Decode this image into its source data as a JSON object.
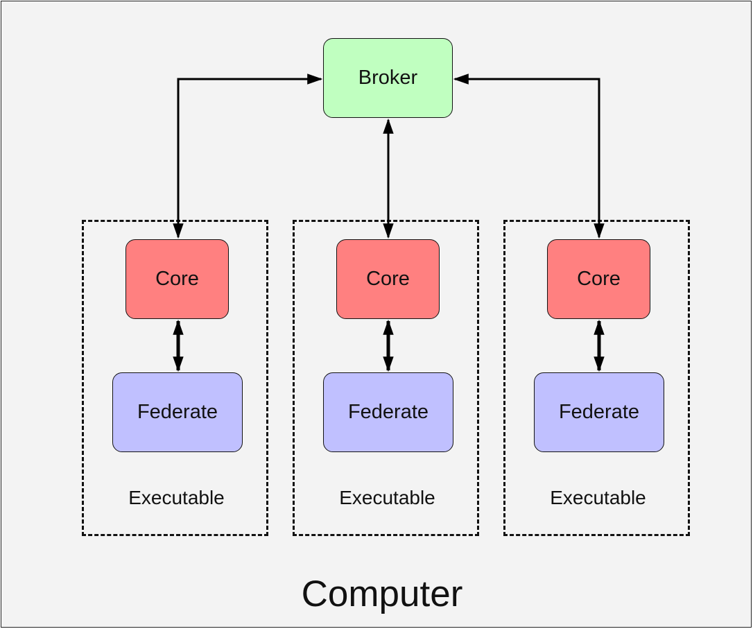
{
  "diagram": {
    "container_label": "Computer",
    "broker": {
      "label": "Broker",
      "color": "#c0ffc0"
    },
    "executables": [
      {
        "label": "Executable",
        "core_label": "Core",
        "federate_label": "Federate"
      },
      {
        "label": "Executable",
        "core_label": "Core",
        "federate_label": "Federate"
      },
      {
        "label": "Executable",
        "core_label": "Core",
        "federate_label": "Federate"
      }
    ],
    "colors": {
      "core": "#ff8080",
      "federate": "#c0c0ff",
      "background": "#f3f3f3"
    }
  }
}
